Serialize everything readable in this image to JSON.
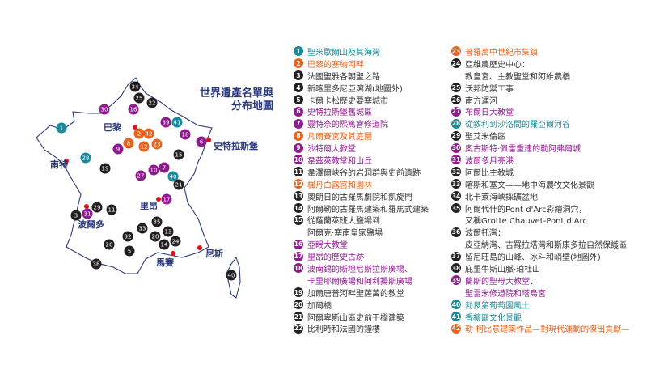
{
  "title_lines": [
    "世界遺產名單與",
    "分布地圖"
  ],
  "colors": {
    "teal": "#1a8a9a",
    "orange": "#e8641e",
    "black": "#231f20",
    "purple": "#8e1a8e",
    "navy": "#2b3a7a",
    "city": "#e0101a"
  },
  "cities": [
    "巴黎",
    "南特",
    "史特拉斯堡",
    "里昂",
    "波爾多",
    "馬賽",
    "尼斯"
  ],
  "markers": [
    {
      "n": "34",
      "c": "black"
    },
    {
      "n": "25",
      "c": "black"
    },
    {
      "n": "22",
      "c": "black"
    },
    {
      "n": "30",
      "c": "purple"
    },
    {
      "n": "16",
      "c": "purple"
    },
    {
      "n": "39",
      "c": "purple"
    },
    {
      "n": "41",
      "c": "teal"
    },
    {
      "n": "1",
      "c": "teal"
    },
    {
      "n": "18",
      "c": "purple"
    },
    {
      "n": "6",
      "c": "purple"
    },
    {
      "n": "2",
      "c": "orange"
    },
    {
      "n": "42",
      "c": "orange"
    },
    {
      "n": "8",
      "c": "orange"
    },
    {
      "n": "12",
      "c": "orange"
    },
    {
      "n": "23",
      "c": "orange"
    },
    {
      "n": "9",
      "c": "purple"
    },
    {
      "n": "15",
      "c": "black"
    },
    {
      "n": "28",
      "c": "teal"
    },
    {
      "n": "19",
      "c": "black"
    },
    {
      "n": "10",
      "c": "purple"
    },
    {
      "n": "7",
      "c": "purple"
    },
    {
      "n": "27",
      "c": "purple"
    },
    {
      "n": "40",
      "c": "teal"
    },
    {
      "n": "21",
      "c": "black"
    },
    {
      "n": "17",
      "c": "purple"
    },
    {
      "n": "29",
      "c": "black"
    },
    {
      "n": "11",
      "c": "black"
    },
    {
      "n": "31",
      "c": "purple"
    },
    {
      "n": "3",
      "c": "black"
    },
    {
      "n": "35",
      "c": "black"
    },
    {
      "n": "33",
      "c": "black"
    },
    {
      "n": "13",
      "c": "black"
    },
    {
      "n": "32",
      "c": "black"
    },
    {
      "n": "20",
      "c": "black"
    },
    {
      "n": "24",
      "c": "black"
    },
    {
      "n": "26",
      "c": "black"
    },
    {
      "n": "14",
      "c": "black"
    },
    {
      "n": "5",
      "c": "black"
    },
    {
      "n": "38",
      "c": "black"
    },
    {
      "n": "40",
      "c": "black"
    }
  ],
  "list_col1": [
    {
      "n": "1",
      "c": "teal",
      "lines": [
        "聖米歇爾山及其海灣"
      ]
    },
    {
      "n": "2",
      "c": "orange",
      "lines": [
        "巴黎的塞納河畔"
      ]
    },
    {
      "n": "3",
      "c": "black",
      "lines": [
        "法國聖雅各朝聖之路"
      ]
    },
    {
      "n": "4",
      "c": "black",
      "lines": [
        "新喀里多尼亞瀉湖(地圖外)"
      ]
    },
    {
      "n": "5",
      "c": "black",
      "lines": [
        "卡爾卡松歷史要塞城市"
      ]
    },
    {
      "n": "6",
      "c": "purple",
      "lines": [
        "史特拉斯堡舊城區"
      ]
    },
    {
      "n": "7",
      "c": "purple",
      "lines": [
        "豐特奈的熙篤會修道院"
      ]
    },
    {
      "n": "8",
      "c": "orange",
      "lines": [
        "凡爾賽宮及其庭園"
      ]
    },
    {
      "n": "9",
      "c": "purple",
      "lines": [
        "沙特爾大教堂"
      ]
    },
    {
      "n": "10",
      "c": "purple",
      "lines": [
        "韋茲萊教堂和山丘"
      ]
    },
    {
      "n": "11",
      "c": "black",
      "lines": [
        "韋澤爾峽谷的岩洞群與史前遺跡"
      ]
    },
    {
      "n": "12",
      "c": "orange",
      "lines": [
        "楓丹白露宮和園林"
      ]
    },
    {
      "n": "13",
      "c": "black",
      "lines": [
        "奧朗日的古羅馬劇院和凱旋門"
      ]
    },
    {
      "n": "14",
      "c": "black",
      "lines": [
        "阿爾勒的古羅馬建築和羅馬式建築"
      ]
    },
    {
      "n": "15",
      "c": "black",
      "lines": [
        "從薩蘭萊班大鹽場到",
        "阿爾克·塞南皇家鹽場"
      ]
    },
    {
      "n": "16",
      "c": "purple",
      "lines": [
        "亞眠大教堂"
      ]
    },
    {
      "n": "17",
      "c": "purple",
      "lines": [
        "里昂的歷史古跡"
      ]
    },
    {
      "n": "18",
      "c": "purple",
      "lines": [
        "波南錫的斯坦尼斯拉斯廣場、",
        "卡里耶爾廣場和阿利揚斯廣場"
      ]
    },
    {
      "n": "19",
      "c": "black",
      "lines": [
        "加爾唐普河畔聖薩萬的教堂"
      ]
    },
    {
      "n": "20",
      "c": "black",
      "lines": [
        "加爾橋"
      ]
    },
    {
      "n": "21",
      "c": "black",
      "lines": [
        "阿爾卑斯山區史前干欄建築"
      ]
    },
    {
      "n": "22",
      "c": "black",
      "lines": [
        "比利時和法國的鐘樓"
      ]
    }
  ],
  "list_col2": [
    {
      "n": "23",
      "c": "orange",
      "lines": [
        "普羅萬中世紀市集鎮"
      ]
    },
    {
      "n": "24",
      "c": "black",
      "lines": [
        "亞維農歷史中心：",
        "教皇宮、主教聖堂和阿維農橋"
      ]
    },
    {
      "n": "25",
      "c": "black",
      "lines": [
        "沃邦防禦工事"
      ]
    },
    {
      "n": "26",
      "c": "black",
      "lines": [
        "南方運河"
      ]
    },
    {
      "n": "27",
      "c": "purple",
      "lines": [
        "布爾日大教堂"
      ]
    },
    {
      "n": "28",
      "c": "teal",
      "lines": [
        "從敘利到沙洛間的羅亞爾河谷"
      ]
    },
    {
      "n": "29",
      "c": "black",
      "lines": [
        "聖艾米倫區"
      ]
    },
    {
      "n": "30",
      "c": "purple",
      "lines": [
        "奧古斯特·佩雷重建的勒阿弗爾城"
      ]
    },
    {
      "n": "31",
      "c": "purple",
      "lines": [
        "波爾多月亮港"
      ]
    },
    {
      "n": "32",
      "c": "black",
      "lines": [
        "阿爾比主教城"
      ]
    },
    {
      "n": "33",
      "c": "black",
      "lines": [
        "喀斯和塞文——地中海農牧文化景觀"
      ]
    },
    {
      "n": "34",
      "c": "black",
      "lines": [
        "北卡萊海峽採礦盆地"
      ]
    },
    {
      "n": "35",
      "c": "black",
      "lines": [
        "阿爾代什的Pont d'Arc彩繪洞穴，",
        "又稱Grotte Chauvet-Pont d'Arc"
      ]
    },
    {
      "n": "36",
      "c": "black",
      "lines": [
        "波爾托灣：",
        "皮亞納灣、吉羅拉塔灣和斯康多拉自然保護區"
      ]
    },
    {
      "n": "37",
      "c": "black",
      "lines": [
        "留尼旺島的山峰、冰斗和峭壁(地圖外)"
      ]
    },
    {
      "n": "38",
      "c": "black",
      "lines": [
        "庇里牛斯山脈·珀杜山"
      ]
    },
    {
      "n": "39",
      "c": "purple",
      "lines": [
        "蘭斯的聖母大教堂、",
        "聖雷米修道院和塔烏宮"
      ]
    },
    {
      "n": "40",
      "c": "teal",
      "lines": [
        "勃艮第葡萄園風土"
      ]
    },
    {
      "n": "41",
      "c": "teal",
      "lines": [
        "香檳區文化景觀"
      ]
    },
    {
      "n": "42",
      "c": "orange",
      "lines": [
        "勒·柯比意建築作品—對現代運動的傑出貢獻—"
      ]
    }
  ]
}
